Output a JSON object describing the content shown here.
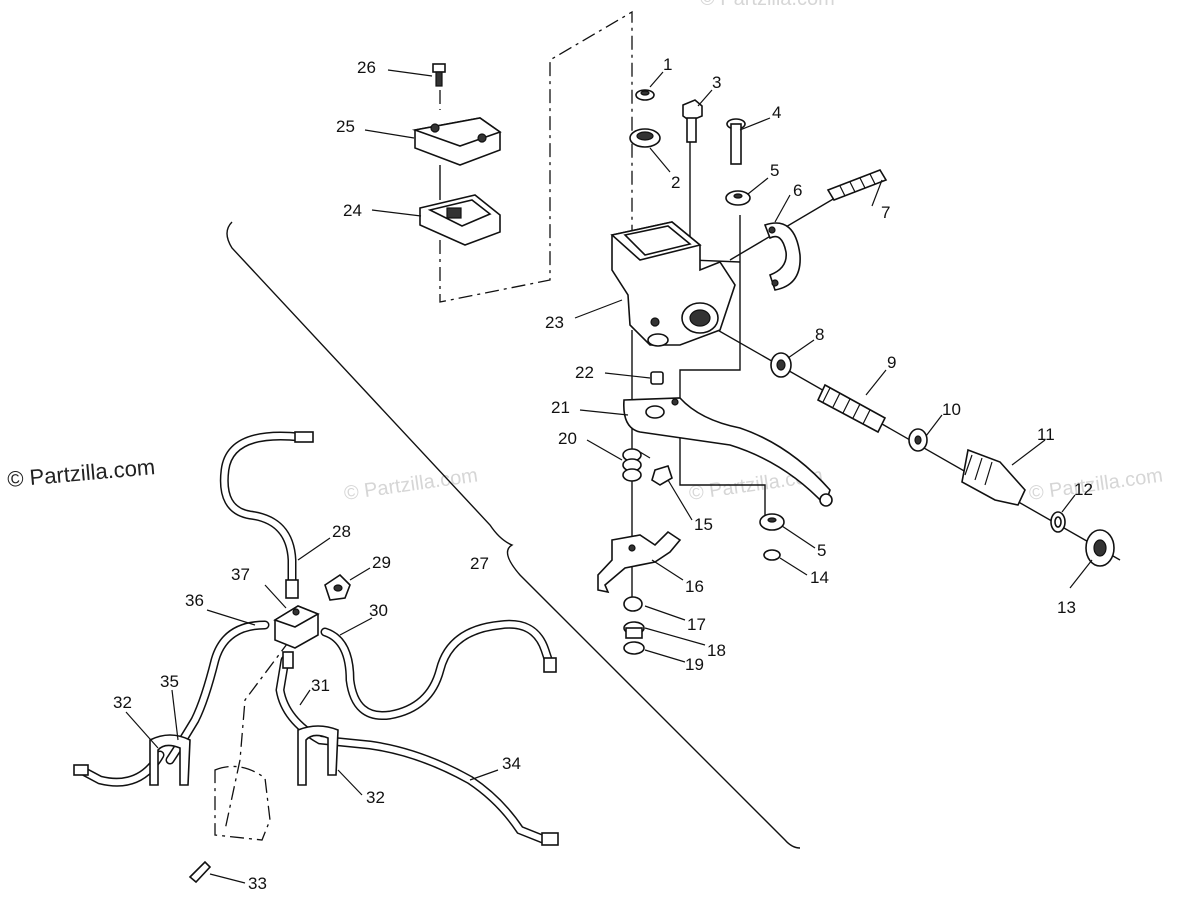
{
  "watermarks": [
    "© Partzilla.com",
    "© Partzilla.com",
    "© Partzilla.com",
    "© Partzilla.com"
  ],
  "copyright": "© Partzilla.com",
  "callouts": [
    "1",
    "2",
    "3",
    "4",
    "5",
    "5",
    "6",
    "7",
    "8",
    "9",
    "10",
    "11",
    "12",
    "13",
    "14",
    "15",
    "16",
    "17",
    "18",
    "19",
    "20",
    "21",
    "22",
    "23",
    "24",
    "25",
    "26",
    "27",
    "28",
    "29",
    "30",
    "31",
    "32",
    "32",
    "33",
    "34",
    "35",
    "36",
    "37"
  ]
}
